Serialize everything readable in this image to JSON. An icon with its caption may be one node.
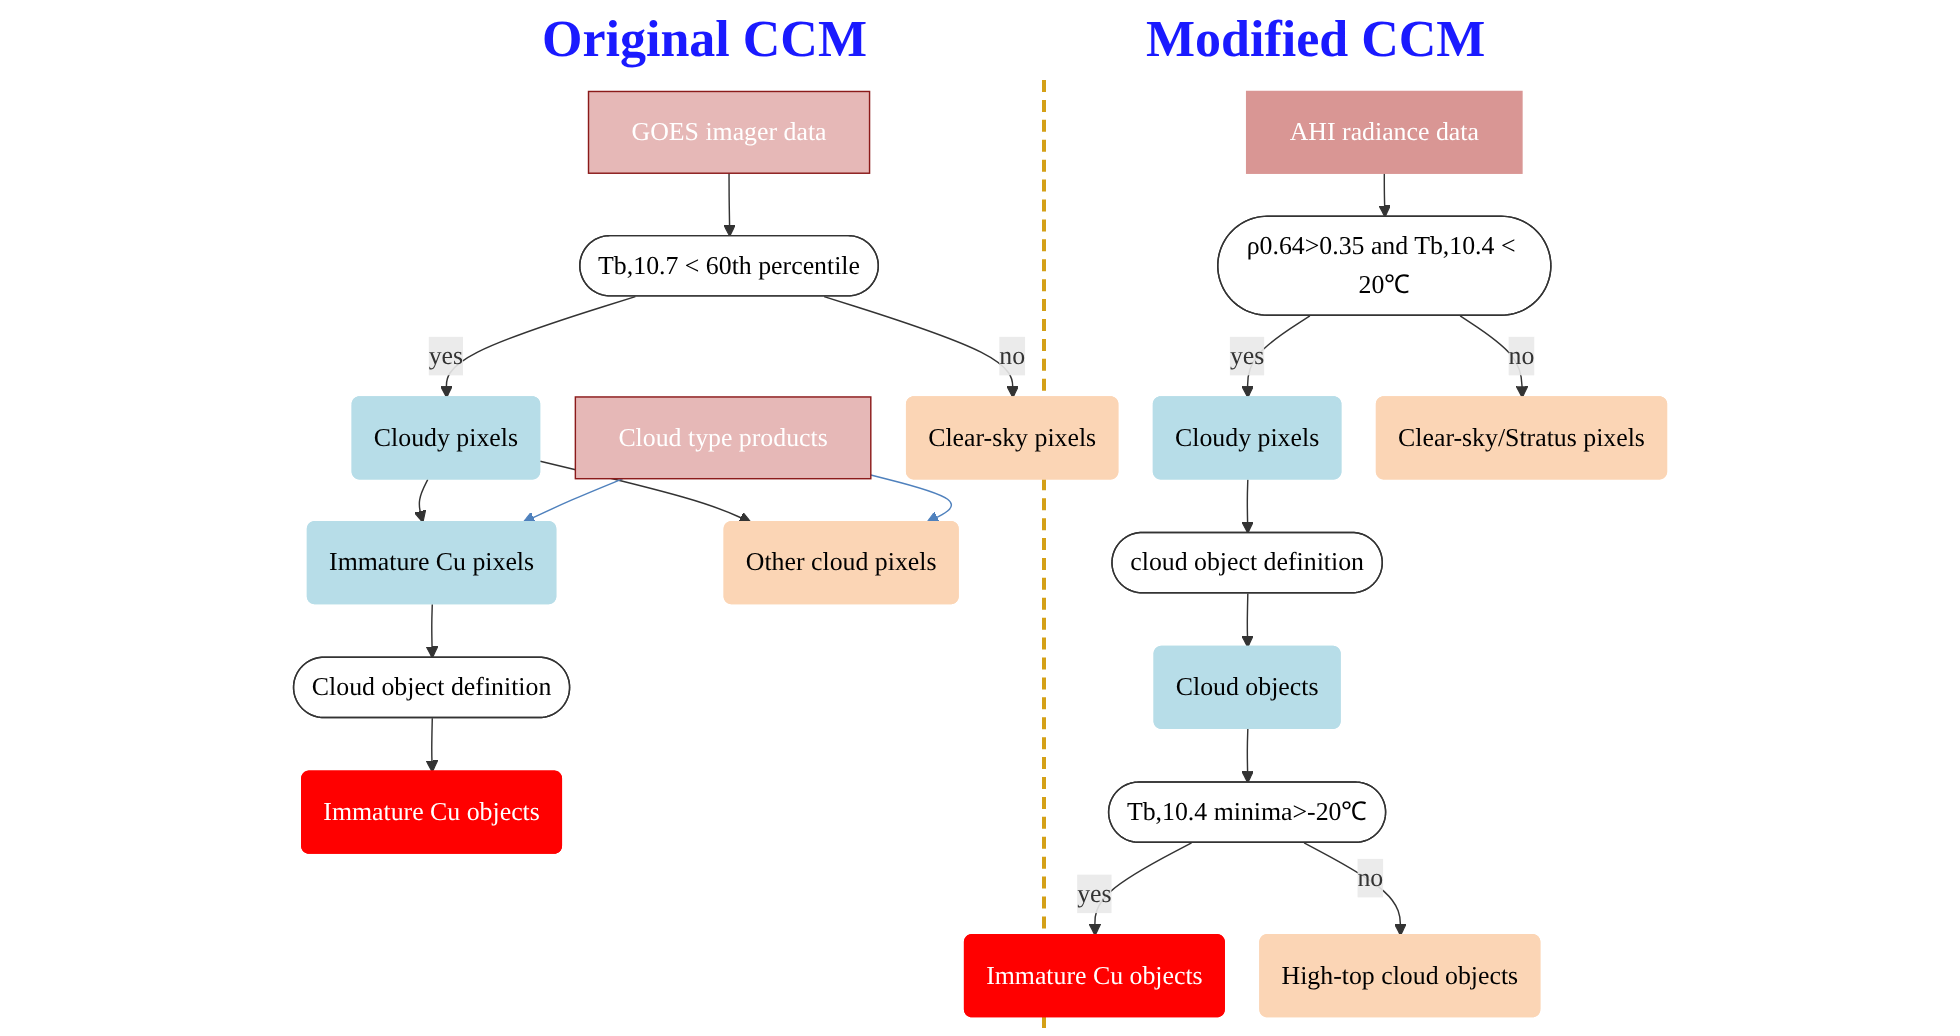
{
  "diagram": {
    "nodes": [
      {
        "text": [
          "GOES imager data"
        ]
      },
      {
        "text": [
          "Tb,10.7 < 60th percentile"
        ]
      },
      {
        "text": [
          "Cloudy pixels"
        ]
      },
      {
        "text": [
          "Clear-sky pixels"
        ]
      },
      {
        "text": [
          "Cloud type products"
        ]
      },
      {
        "text": [
          "Immature Cu pixels"
        ]
      },
      {
        "text": [
          "Other cloud pixels"
        ]
      },
      {
        "text": [
          "Cloud object definition"
        ]
      },
      {
        "text": [
          "Immature Cu objects"
        ]
      },
      {
        "text": [
          "AHI radiance data"
        ]
      },
      {
        "text": [
          "ρ0.64>0.35 and Tb,10.4 < 20℃"
        ]
      },
      {
        "text": [
          "Cloudy pixels"
        ]
      },
      {
        "text": [
          "Clear-sky/Stratus pixels"
        ]
      },
      {
        "text": [
          "cloud object definition"
        ]
      },
      {
        "text": [
          "Cloud objects"
        ]
      },
      {
        "text": [
          "Tb,10.4 minima>-20℃"
        ]
      },
      {
        "text": [
          "Immature Cu objects"
        ]
      },
      {
        "text": [
          "High-top cloud objects"
        ]
      }
    ],
    "edges": [
      {
        "from": 0,
        "to": 1,
        "arrow": "to"
      },
      {
        "from": 1,
        "to": 2,
        "arrow": "to",
        "label": "yes"
      },
      {
        "from": 1,
        "to": 3,
        "arrow": "to",
        "label": "no"
      },
      {
        "from": 2,
        "to": 5,
        "arrow": "to"
      },
      {
        "from": 2,
        "to": 6,
        "arrow": "to"
      },
      {
        "from": 4,
        "to": 5,
        "arrow": "to",
        "color": "#4f81bd"
      },
      {
        "from": 4,
        "to": 6,
        "arrow": "to",
        "color": "#4f81bd"
      },
      {
        "from": 5,
        "to": 7,
        "arrow": "to"
      },
      {
        "from": 7,
        "to": 8,
        "arrow": "to"
      },
      {
        "from": 9,
        "to": 10,
        "arrow": "to"
      },
      {
        "from": 10,
        "to": 11,
        "arrow": "to",
        "label": "yes"
      },
      {
        "from": 10,
        "to": 12,
        "arrow": "to",
        "label": "no"
      },
      {
        "from": 11,
        "to": 13,
        "arrow": "to"
      },
      {
        "from": 13,
        "to": 14,
        "arrow": "to"
      },
      {
        "from": 14,
        "to": 15,
        "arrow": "to"
      },
      {
        "from": 15,
        "to": 16,
        "arrow": "to",
        "label": "yes"
      },
      {
        "from": 15,
        "to": 17,
        "arrow": "to",
        "label": "no"
      }
    ],
    "labels": [
      "Original CCM",
      "Modified CCM"
    ]
  }
}
